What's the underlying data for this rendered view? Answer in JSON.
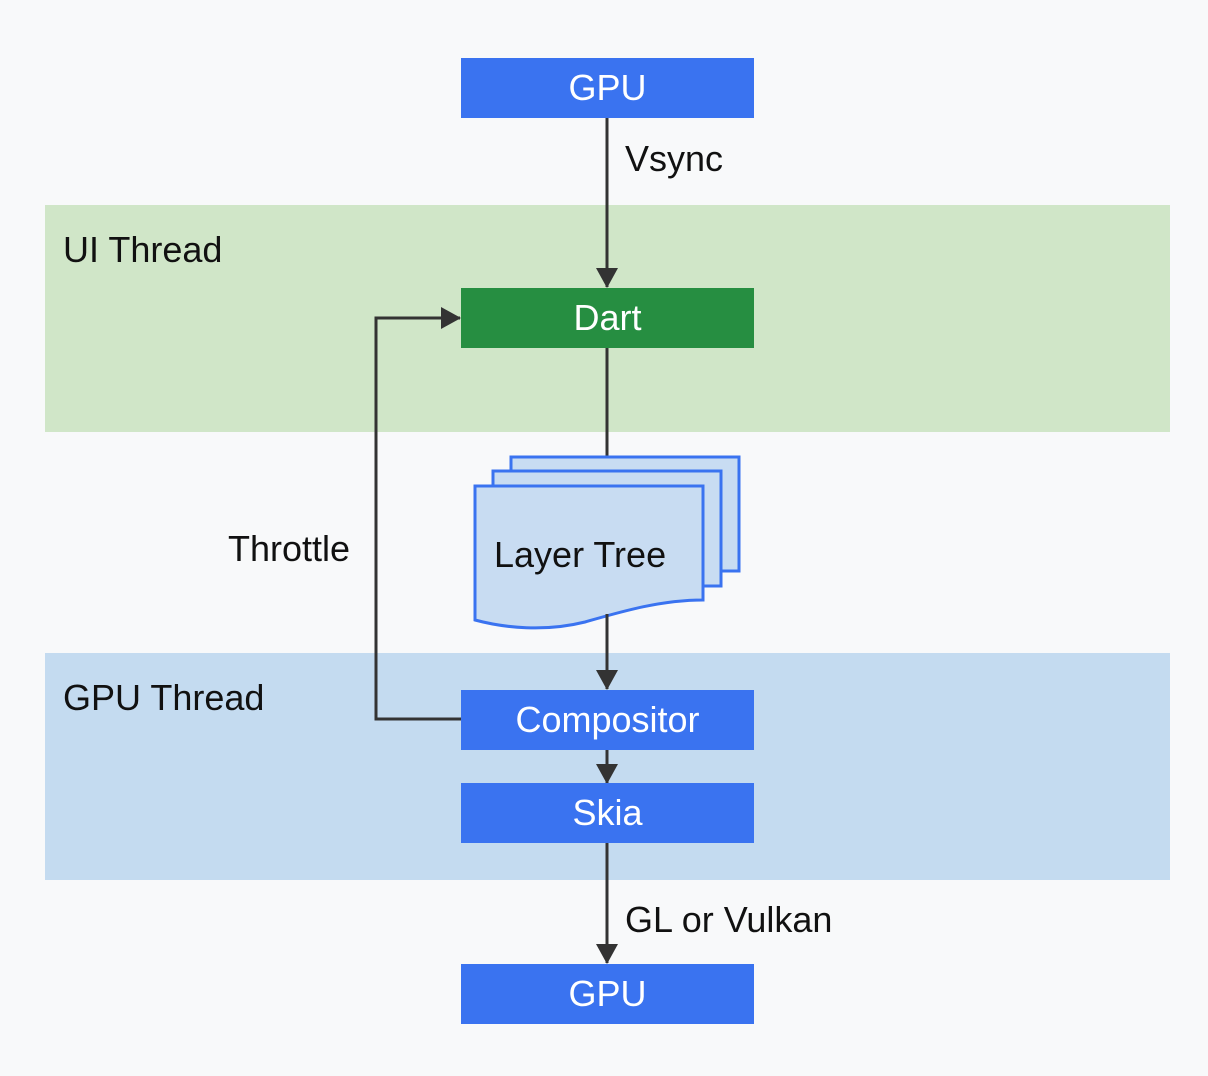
{
  "diagram": {
    "bands": {
      "ui_thread": "UI Thread",
      "gpu_thread": "GPU Thread"
    },
    "nodes": {
      "gpu_top": "GPU",
      "dart": "Dart",
      "layer_tree": "Layer Tree",
      "compositor": "Compositor",
      "skia": "Skia",
      "gpu_bottom": "GPU"
    },
    "edges": {
      "vsync": "Vsync",
      "throttle": "Throttle",
      "gl_or_vulkan": "GL or Vulkan"
    }
  },
  "colors": {
    "background": "#f8f9fa",
    "ui_band": "#d0e6c8",
    "gpu_band": "#c4dbf0",
    "blue_box": "#3a73f0",
    "green_box": "#268e41",
    "doc_fill": "#c8dcf2",
    "doc_stroke": "#3a73f0",
    "arrow": "#333333"
  }
}
